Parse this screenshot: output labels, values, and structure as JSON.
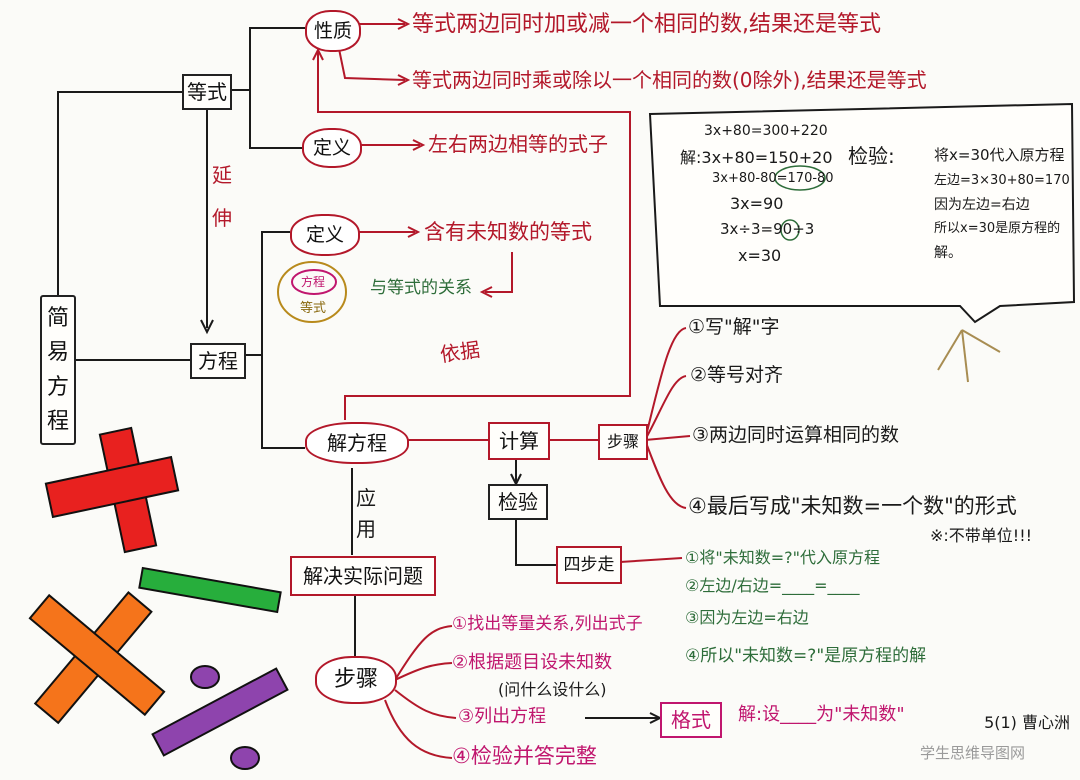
{
  "root": {
    "title": "简易方程",
    "chars": [
      "简",
      "易",
      "方",
      "程"
    ]
  },
  "equality": {
    "label": "等式",
    "property": {
      "label": "性质",
      "items": [
        "等式两边同时加或减一个相同的数,结果还是等式",
        "等式两边同时乘或除以一个相同的数(0除外),结果还是等式"
      ]
    },
    "definition": {
      "label": "定义",
      "text": "左右两边相等的式子"
    }
  },
  "extend": {
    "label": "延伸",
    "chars": [
      "延",
      "伸"
    ]
  },
  "equation": {
    "label": "方程",
    "definition": {
      "label": "定义",
      "text": "含有未知数的等式"
    },
    "relation": {
      "inner": "方程",
      "outer": "等式",
      "text": "与等式的关系"
    }
  },
  "basis": "依据",
  "solve": {
    "label": "解方程",
    "compute": "计算",
    "steps_label": "步骤",
    "steps": [
      "①写\"解\"字",
      "②等号对齐",
      "③两边同时运算相同的数",
      "④最后写成\"未知数=一个数\"的形式"
    ],
    "note": "※:不带单位!!!",
    "check": "检验",
    "four_steps_label": "四步走",
    "four_steps": [
      "①将\"未知数=?\"代入原方程",
      "②左边/右边=____=____",
      "③因为左边=右边",
      "④所以\"未知数=?\"是原方程的解"
    ]
  },
  "apply": {
    "label": "应用",
    "chars": [
      "应",
      "用"
    ]
  },
  "practical": {
    "label": "解决实际问题",
    "steps_label": "步骤",
    "steps": [
      "①找出等量关系,列出式子",
      "②根据题目设未知数",
      "(问什么设什么)",
      "③列出方程",
      "④检验并答完整"
    ],
    "format_label": "格式",
    "format_text": "解:设____为\"未知数\""
  },
  "example": {
    "lines": [
      "3x+80=300+220",
      "解:3x+80=150+20",
      "3x+80-80=170-80",
      "3x=90",
      "3x÷3=90÷3",
      "x=30"
    ],
    "check_label": "检验:",
    "check_lines": [
      "将x=30代入原方程",
      "左边=3×30+80=170",
      "因为左边=右边",
      "所以x=30是原方程的",
      "解。"
    ]
  },
  "signature": "5(1) 曹心洲",
  "watermark": "学生思维导图网",
  "colors": {
    "red": "#b3182a",
    "green": "#2e6d3a",
    "pink": "#c0166e",
    "ink": "#1a1a1a"
  }
}
